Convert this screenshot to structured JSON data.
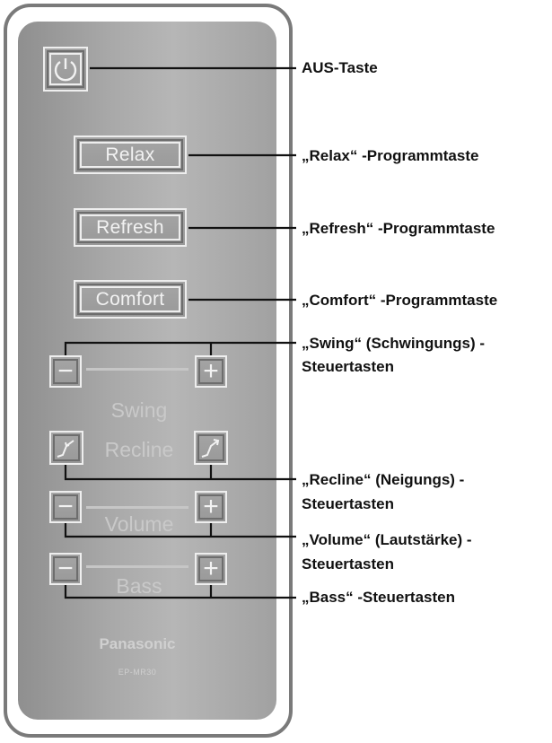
{
  "remote": {
    "buttons": {
      "relax_label": "Relax",
      "refresh_label": "Refresh",
      "comfort_label": "Comfort"
    },
    "controls": {
      "swing_label": "Swing",
      "recline_label": "Recline",
      "volume_label": "Volume",
      "bass_label": "Bass",
      "minus_glyph": "−",
      "plus_glyph": "+"
    },
    "brand": "Panasonic",
    "model": "EP-MR30"
  },
  "callouts": {
    "power": "AUS-Taste",
    "relax": "„Relax“ -Programmtaste",
    "refresh": "„Refresh“ -Programmtaste",
    "comfort": "„Comfort“ -Programmtaste",
    "swing_line1": "„Swing“ (Schwingungs) -",
    "swing_line2": "Steuertasten",
    "recline_line1": "„Recline“ (Neigungs) -",
    "recline_line2": "Steuertasten",
    "volume_line1": "„Volume“ (Lautstärke) -",
    "volume_line2": "Steuertasten",
    "bass": "„Bass“ -Steuertasten"
  },
  "colors": {
    "remote_face": "#a8a8a8",
    "button_border": "#eeeeee",
    "callout_text": "#111111"
  }
}
